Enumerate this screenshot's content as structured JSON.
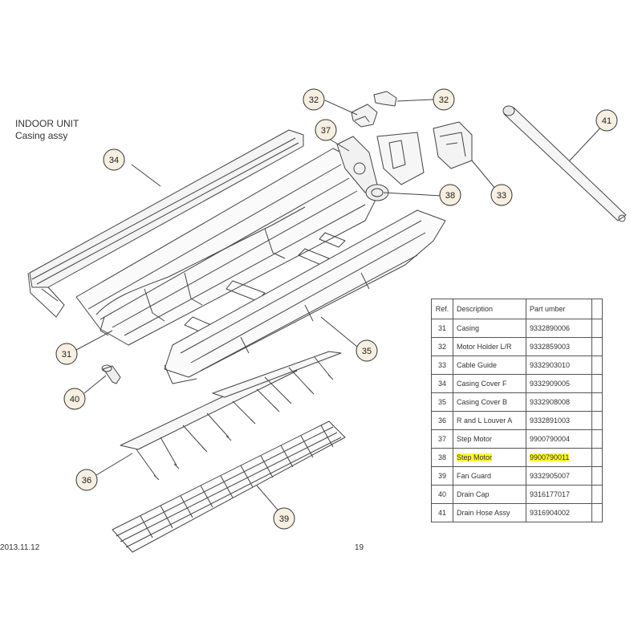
{
  "header": {
    "unit": "INDOOR UNIT",
    "assembly": "Casing assy"
  },
  "callouts": [
    "32",
    "32",
    "37",
    "34",
    "41",
    "33",
    "38",
    "31",
    "35",
    "40",
    "36",
    "39"
  ],
  "table": {
    "headers": {
      "ref": "Ref.",
      "description": "Description",
      "part": "Part  umber"
    },
    "rows": [
      {
        "ref": "31",
        "description": "Casing",
        "part": "9332890006",
        "highlighted": false
      },
      {
        "ref": "32",
        "description": "Motor Holder L/R",
        "part": "9332859003",
        "highlighted": false
      },
      {
        "ref": "33",
        "description": "Cable Guide",
        "part": "9332903010",
        "highlighted": false
      },
      {
        "ref": "34",
        "description": "Casing Cover F",
        "part": "9332909005",
        "highlighted": false
      },
      {
        "ref": "35",
        "description": "Casing Cover B",
        "part": "9332908008",
        "highlighted": false
      },
      {
        "ref": "36",
        "description": "R and L Louver A",
        "part": "9332891003",
        "highlighted": false
      },
      {
        "ref": "37",
        "description": "Step Motor",
        "part": "9900790004",
        "highlighted": false
      },
      {
        "ref": "38",
        "description": "Step Motor",
        "part": "9900790011",
        "highlighted": true
      },
      {
        "ref": "39",
        "description": "Fan Guard",
        "part": "9332905007",
        "highlighted": false
      },
      {
        "ref": "40",
        "description": "Drain Cap",
        "part": "9316177017",
        "highlighted": false
      },
      {
        "ref": "41",
        "description": "Drain Hose Assy",
        "part": "9316904002",
        "highlighted": false
      }
    ]
  },
  "footer": {
    "date": "2013.11.12",
    "page": "19"
  },
  "colors": {
    "callout_fill": "#f7efe0",
    "highlight": "#fff82e",
    "line": "#333333"
  }
}
